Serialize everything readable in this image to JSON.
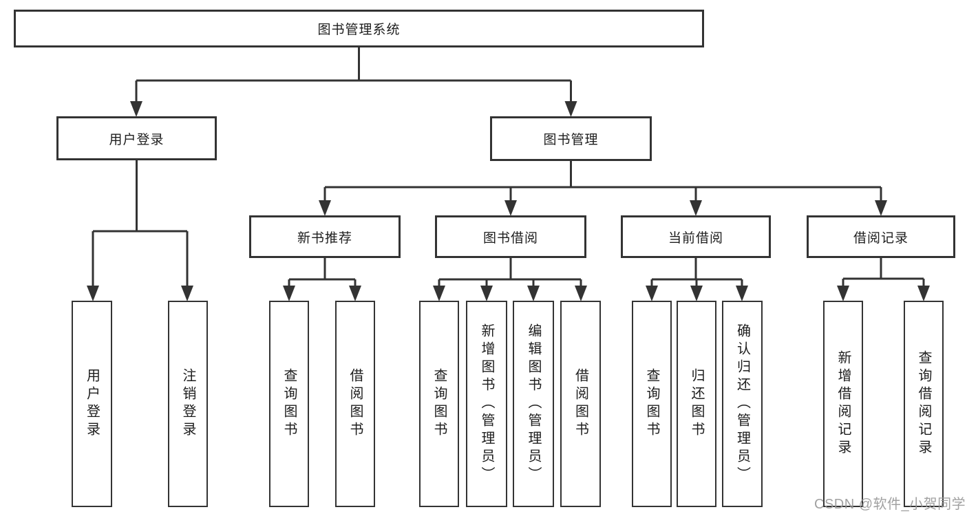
{
  "tree": {
    "root": {
      "label": "图书管理系统"
    },
    "branches": [
      {
        "label": "用户登录",
        "children": [
          {
            "label": "用户登录"
          },
          {
            "label": "注销登录"
          }
        ]
      },
      {
        "label": "图书管理",
        "groups": [
          {
            "label": "新书推荐",
            "children": [
              {
                "label": "查询图书"
              },
              {
                "label": "借阅图书"
              }
            ]
          },
          {
            "label": "图书借阅",
            "children": [
              {
                "label": "查询图书"
              },
              {
                "label": "新增图书（管理员）"
              },
              {
                "label": "编辑图书（管理员）"
              },
              {
                "label": "借阅图书"
              }
            ]
          },
          {
            "label": "当前借阅",
            "children": [
              {
                "label": "查询图书"
              },
              {
                "label": "归还图书"
              },
              {
                "label": "确认归还（管理员）"
              }
            ]
          },
          {
            "label": "借阅记录",
            "children": [
              {
                "label": "新增借阅记录"
              },
              {
                "label": "查询借阅记录"
              }
            ]
          }
        ]
      }
    ]
  },
  "watermark": {
    "text": "CSDN @软件_小贺同学"
  },
  "colors": {
    "line": "#333333",
    "box_border": "#333333",
    "text": "#1d1d1d",
    "watermark": "#999999",
    "background": "#ffffff"
  }
}
